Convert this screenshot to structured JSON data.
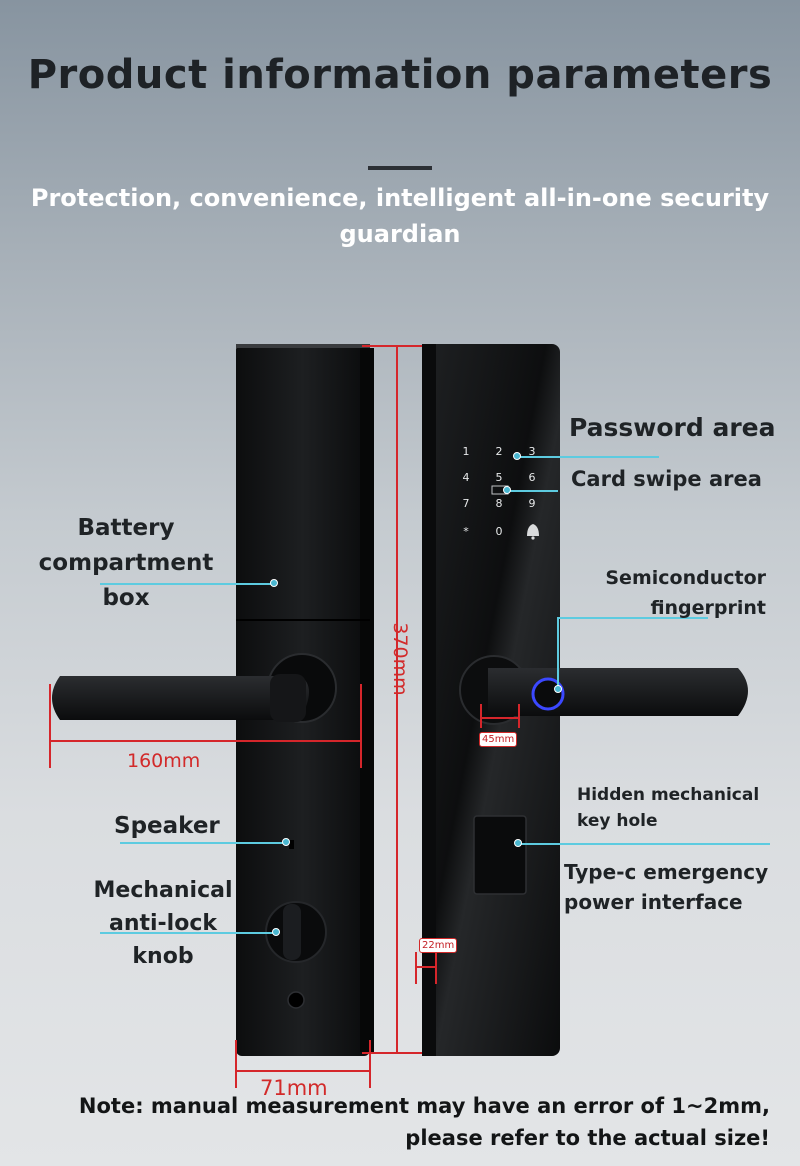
{
  "title": "Product information parameters",
  "subtitle": "Protection, convenience, intelligent all-in-one security guardian",
  "keypad": [
    "1",
    "2",
    "3",
    "4",
    "5",
    "6",
    "7",
    "8",
    "9",
    "*",
    "0"
  ],
  "labels": {
    "password_area": "Password area",
    "card_swipe_area": "Card swipe area",
    "battery_box": "Battery compartment box",
    "semiconductor_fingerprint": "Semiconductor fingerprint",
    "hidden_key_hole": "Hidden mechanical key hole",
    "type_c": "Type-c emergency power interface",
    "speaker": "Speaker",
    "anti_lock_knob": "Mechanical anti-lock knob"
  },
  "dimensions": {
    "height": "370mm",
    "handle_length": "160mm",
    "sensor": "45mm",
    "thickness": "22mm",
    "width": "71mm"
  },
  "note": "Note: manual measurement may have an error of 1~2mm, please refer to the actual size!",
  "colors": {
    "leader": "#5dcbe0",
    "dimension": "#d5262b",
    "lock_body": "#141516"
  }
}
